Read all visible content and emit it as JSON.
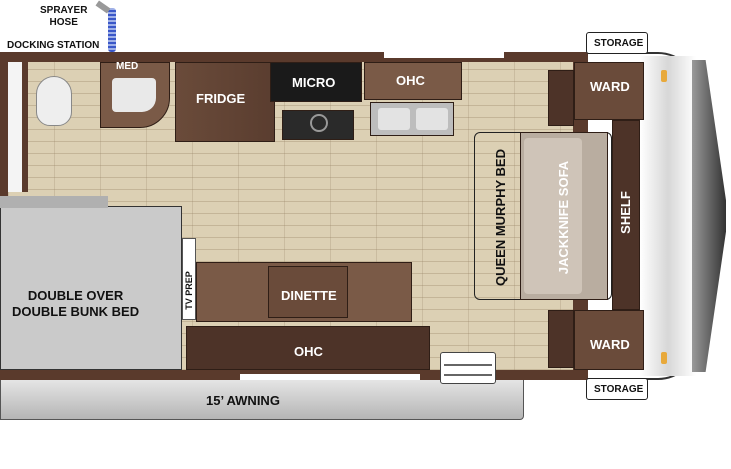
{
  "labels": {
    "sprayer_hose": "SPRAYER\nHOSE",
    "docking_station": "DOCKING STATION",
    "med": "MED",
    "fridge": "FRIDGE",
    "micro": "MICRO",
    "ohc_top": "OHC",
    "ohc_bottom": "OHC",
    "storage_top": "STORAGE",
    "storage_bottom": "STORAGE",
    "ward_top": "WARD",
    "ward_bottom": "WARD",
    "shelf": "SHELF",
    "queen_murphy_bed": "QUEEN MURPHY BED",
    "jackknife_sofa": "JACKKNIFE SOFA",
    "double_bunk": "DOUBLE OVER\nDOUBLE BUNK BED",
    "tv_prep": "TV PREP",
    "dinette": "DINETTE",
    "awning": "15’ AWNING"
  },
  "colors": {
    "wall": "#5a3a2c",
    "floor": "#dcd0b4",
    "cabinet": "#6a4b3a",
    "bed": "#c8c8c8",
    "awning": "#cfcfcf"
  }
}
